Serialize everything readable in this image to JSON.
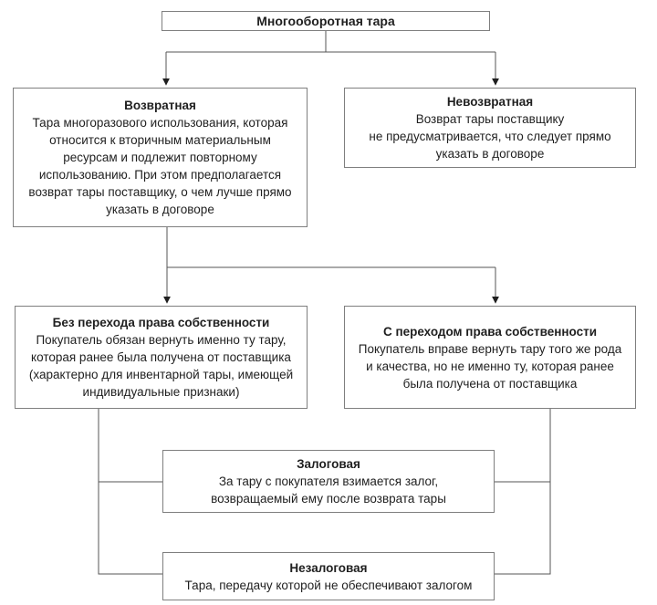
{
  "diagram": {
    "nodes": {
      "root": {
        "title": "Многооборотная тара"
      },
      "returnable": {
        "title": "Возвратная",
        "body": "Тара многоразового использования, которая\nотносится к вторичным материальным\nресурсам и подлежит повторному\nиспользованию. При этом предполагается\nвозврат тары поставщику, о чем лучше прямо\nуказать в договоре"
      },
      "non_returnable": {
        "title": "Невозвратная",
        "body": "Возврат тары поставщику\nне предусматривается, что следует прямо\nуказать в договоре"
      },
      "no_transfer": {
        "title": "Без перехода права собственности",
        "body": "Покупатель обязан вернуть именно ту тару,\nкоторая ранее была получена от поставщика\n(характерно для инвентарной тары, имеющей\nиндивидуальные признаки)"
      },
      "with_transfer": {
        "title": "С переходом права собственности",
        "body": "Покупатель вправе вернуть тару того же рода\nи качества, но не именно ту, которая ранее\nбыла получена от поставщика"
      },
      "deposit": {
        "title": "Залоговая",
        "body": "За тару с покупателя взимается залог,\nвозвращаемый ему после возврата тары"
      },
      "non_deposit": {
        "title": "Незалоговая",
        "body": "Тара, передачу которой не обеспечивают залогом"
      }
    },
    "colors": {
      "border": "#7f7f7f",
      "line": "#555555",
      "arrow": "#1f1f1f",
      "text": "#1f1f1f",
      "background": "#ffffff"
    }
  }
}
